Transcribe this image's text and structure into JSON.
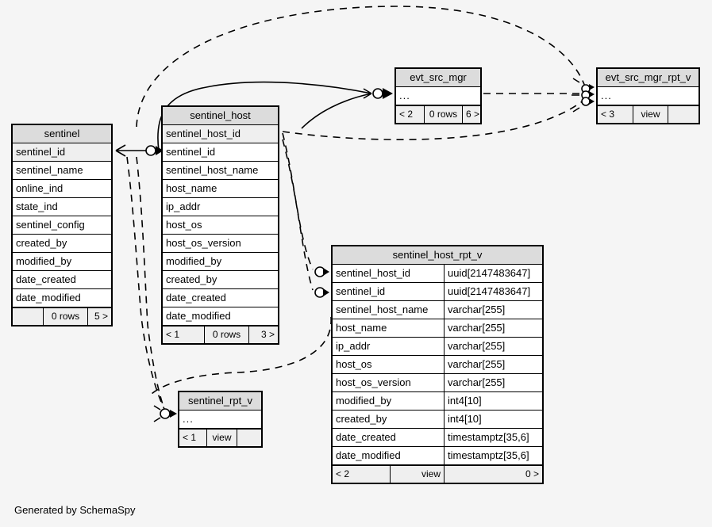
{
  "diagram": {
    "title": "SchemaSpy relationships diagram",
    "background_color": "#f5f5f5",
    "header_fill": "#dcdcdc",
    "pk_row_fill": "#efefef",
    "line_color": "#000000",
    "credit": "Generated by SchemaSpy"
  },
  "tables": {
    "sentinel": {
      "name": "sentinel",
      "columns": [
        {
          "name": "sentinel_id",
          "type": "",
          "pk": true
        },
        {
          "name": "sentinel_name",
          "type": "",
          "pk": false
        },
        {
          "name": "online_ind",
          "type": "",
          "pk": false
        },
        {
          "name": "state_ind",
          "type": "",
          "pk": false
        },
        {
          "name": "sentinel_config",
          "type": "",
          "pk": false
        },
        {
          "name": "created_by",
          "type": "",
          "pk": false
        },
        {
          "name": "modified_by",
          "type": "",
          "pk": false
        },
        {
          "name": "date_created",
          "type": "",
          "pk": false
        },
        {
          "name": "date_modified",
          "type": "",
          "pk": false
        }
      ],
      "footer": {
        "left": "",
        "center": "0 rows",
        "right": "5 >"
      }
    },
    "sentinel_host": {
      "name": "sentinel_host",
      "columns": [
        {
          "name": "sentinel_host_id",
          "type": "",
          "pk": true
        },
        {
          "name": "sentinel_id",
          "type": "",
          "pk": false
        },
        {
          "name": "sentinel_host_name",
          "type": "",
          "pk": false
        },
        {
          "name": "host_name",
          "type": "",
          "pk": false
        },
        {
          "name": "ip_addr",
          "type": "",
          "pk": false
        },
        {
          "name": "host_os",
          "type": "",
          "pk": false
        },
        {
          "name": "host_os_version",
          "type": "",
          "pk": false
        },
        {
          "name": "modified_by",
          "type": "",
          "pk": false
        },
        {
          "name": "created_by",
          "type": "",
          "pk": false
        },
        {
          "name": "date_created",
          "type": "",
          "pk": false
        },
        {
          "name": "date_modified",
          "type": "",
          "pk": false
        }
      ],
      "footer": {
        "left": "< 1",
        "center": "0 rows",
        "right": "3 >"
      }
    },
    "evt_src_mgr": {
      "name": "evt_src_mgr",
      "columns": [
        {
          "name": "...",
          "type": "",
          "pk": false
        }
      ],
      "footer": {
        "left": "< 2",
        "center": "0 rows",
        "right": "6 >"
      }
    },
    "evt_src_mgr_rpt_v": {
      "name": "evt_src_mgr_rpt_v",
      "columns": [
        {
          "name": "...",
          "type": "",
          "pk": false
        }
      ],
      "footer": {
        "left": "< 3",
        "center": "view",
        "right": ""
      }
    },
    "sentinel_rpt_v": {
      "name": "sentinel_rpt_v",
      "columns": [
        {
          "name": "...",
          "type": "",
          "pk": false
        }
      ],
      "footer": {
        "left": "< 1",
        "center": "view",
        "right": ""
      }
    },
    "sentinel_host_rpt_v": {
      "name": "sentinel_host_rpt_v",
      "columns": [
        {
          "name": "sentinel_host_id",
          "type": "uuid[2147483647]",
          "pk": false
        },
        {
          "name": "sentinel_id",
          "type": "uuid[2147483647]",
          "pk": false
        },
        {
          "name": "sentinel_host_name",
          "type": "varchar[255]",
          "pk": false
        },
        {
          "name": "host_name",
          "type": "varchar[255]",
          "pk": false
        },
        {
          "name": "ip_addr",
          "type": "varchar[255]",
          "pk": false
        },
        {
          "name": "host_os",
          "type": "varchar[255]",
          "pk": false
        },
        {
          "name": "host_os_version",
          "type": "varchar[255]",
          "pk": false
        },
        {
          "name": "modified_by",
          "type": "int4[10]",
          "pk": false
        },
        {
          "name": "created_by",
          "type": "int4[10]",
          "pk": false
        },
        {
          "name": "date_created",
          "type": "timestamptz[35,6]",
          "pk": false
        },
        {
          "name": "date_modified",
          "type": "timestamptz[35,6]",
          "pk": false
        }
      ],
      "footer": {
        "left": "< 2",
        "center": "view",
        "right": "0 >"
      }
    }
  }
}
